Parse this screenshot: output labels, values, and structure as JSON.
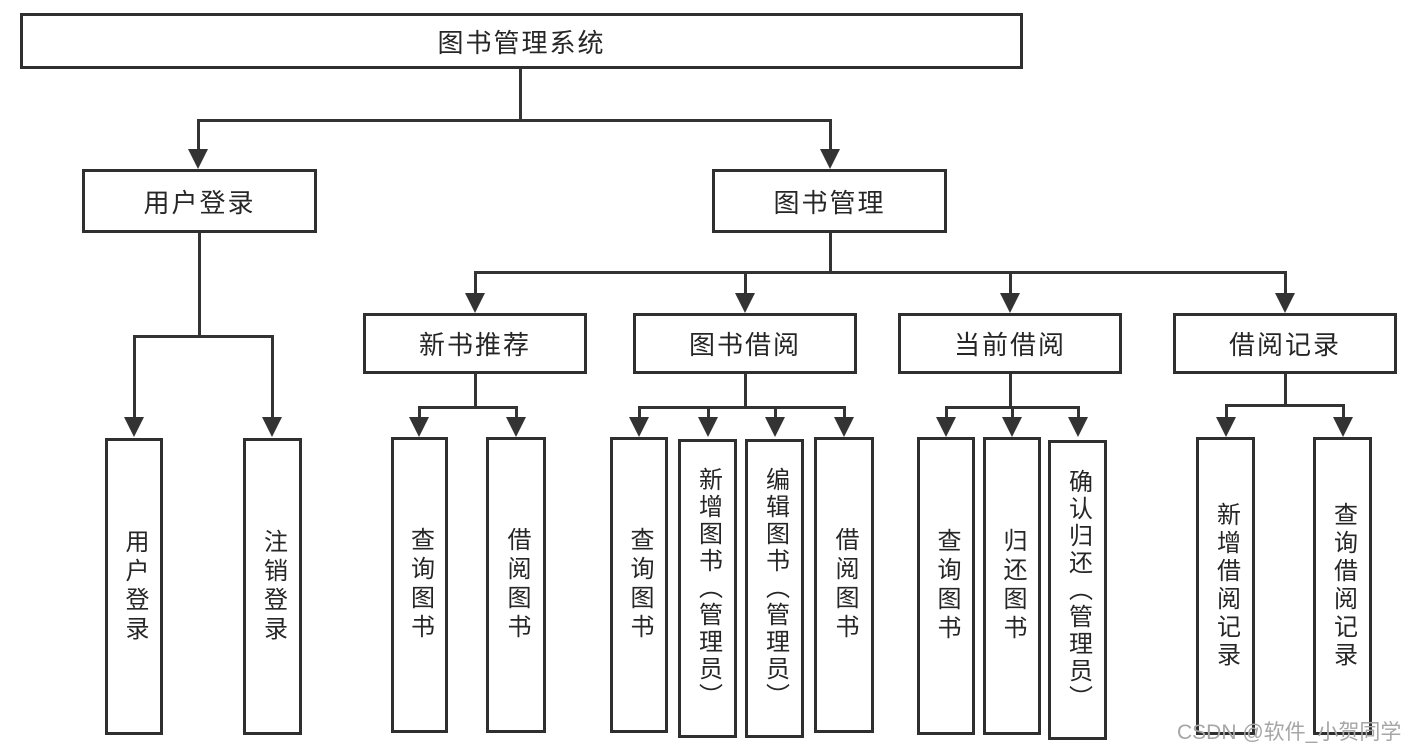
{
  "diagram": {
    "root": {
      "label": "图书管理系统"
    },
    "branches": [
      {
        "label": "用户登录",
        "children": [
          {
            "label": "用户登录"
          },
          {
            "label": "注销登录"
          }
        ]
      },
      {
        "label": "图书管理",
        "children": [
          {
            "label": "新书推荐",
            "children": [
              {
                "label": "查询图书"
              },
              {
                "label": "借阅图书"
              }
            ]
          },
          {
            "label": "图书借阅",
            "children": [
              {
                "label": "查询图书"
              },
              {
                "label": "新增图书（管理员）"
              },
              {
                "label": "编辑图书（管理员）"
              },
              {
                "label": "借阅图书"
              }
            ]
          },
          {
            "label": "当前借阅",
            "children": [
              {
                "label": "查询图书"
              },
              {
                "label": "归还图书"
              },
              {
                "label": "确认归还（管理员）"
              }
            ]
          },
          {
            "label": "借阅记录",
            "children": [
              {
                "label": "新增借阅记录"
              },
              {
                "label": "查询借阅记录"
              }
            ]
          }
        ]
      }
    ]
  },
  "watermark": {
    "text": "CSDN @软件_小贺同学"
  },
  "colors": {
    "line": "#333333",
    "border": "#2f2f2f",
    "text": "#262626",
    "background": "#ffffff",
    "watermark": "#a6a6a6"
  }
}
